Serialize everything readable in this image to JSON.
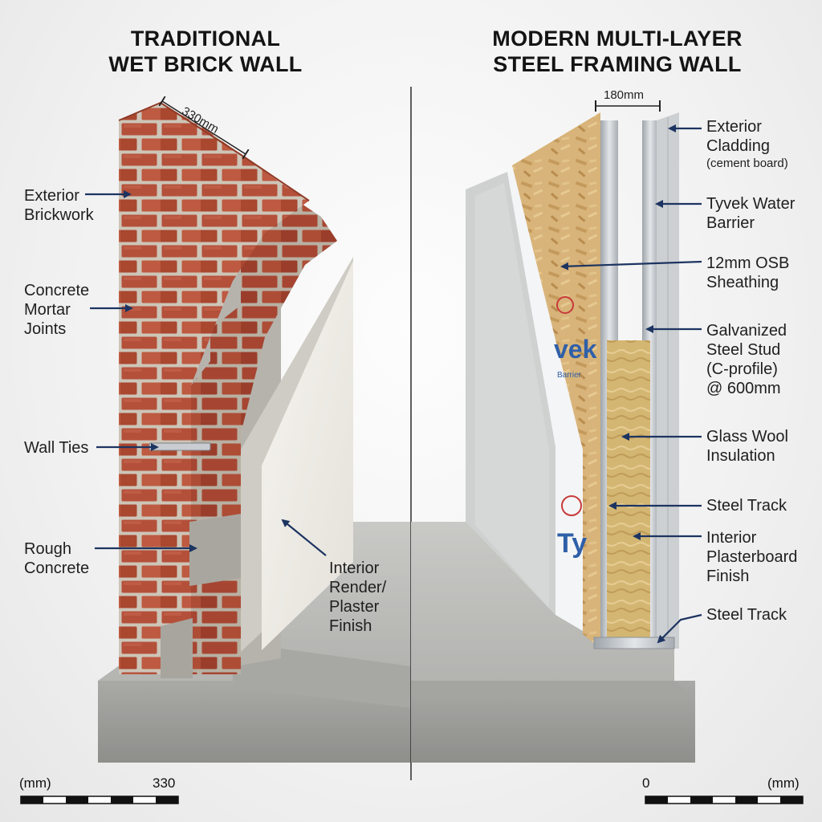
{
  "left_panel": {
    "title_line1": "TRADITIONAL",
    "title_line2": "WET BRICK WALL",
    "dimension": "330mm",
    "labels": {
      "exterior_brickwork": [
        "Exterior",
        "Brickwork"
      ],
      "mortar_joints": [
        "Concrete",
        "Mortar",
        "Joints"
      ],
      "wall_ties": [
        "Wall Ties"
      ],
      "rough_concrete": [
        "Rough",
        "Concrete"
      ],
      "interior_render": [
        "Interior",
        "Render/",
        "Plaster",
        "Finish"
      ]
    },
    "scale": {
      "unit": "(mm)",
      "value": "330"
    }
  },
  "right_panel": {
    "title_line1": "MODERN MULTI-LAYER",
    "title_line2": "STEEL FRAMING WALL",
    "dimension": "180mm",
    "labels": {
      "exterior_cladding": [
        "Exterior",
        "Cladding",
        "(cement board)"
      ],
      "tyvek_barrier": [
        "Tyvek Water",
        "Barrier"
      ],
      "osb_sheathing": [
        "12mm OSB",
        "Sheathing"
      ],
      "steel_stud": [
        "Galvanized",
        "Steel Stud",
        "(C-profile)",
        "@ 600mm"
      ],
      "glass_wool": [
        "Glass Wool",
        "Insulation"
      ],
      "steel_track_1": [
        "Steel Track"
      ],
      "plasterboard": [
        "Interior",
        "Plasterboard",
        "Finish"
      ],
      "steel_track_2": [
        "Steel Track"
      ]
    },
    "tyvek_print": {
      "word1": "vek",
      "word2": "Ty",
      "small": "Barrier"
    },
    "scale": {
      "unit": "(mm)",
      "value": "0"
    }
  },
  "colors": {
    "arrow": "#1d3461",
    "brick": "#b5503a",
    "mortar": "#c9c2b6",
    "concrete": "#b9b9b6",
    "plaster": "#f1efe9",
    "osb": "#d9b57a",
    "glasswool": "#d6b877",
    "steel": "#c4c8cc",
    "tyvek_red": "#c83a3a",
    "tyvek_blue": "#2f5fa8"
  }
}
